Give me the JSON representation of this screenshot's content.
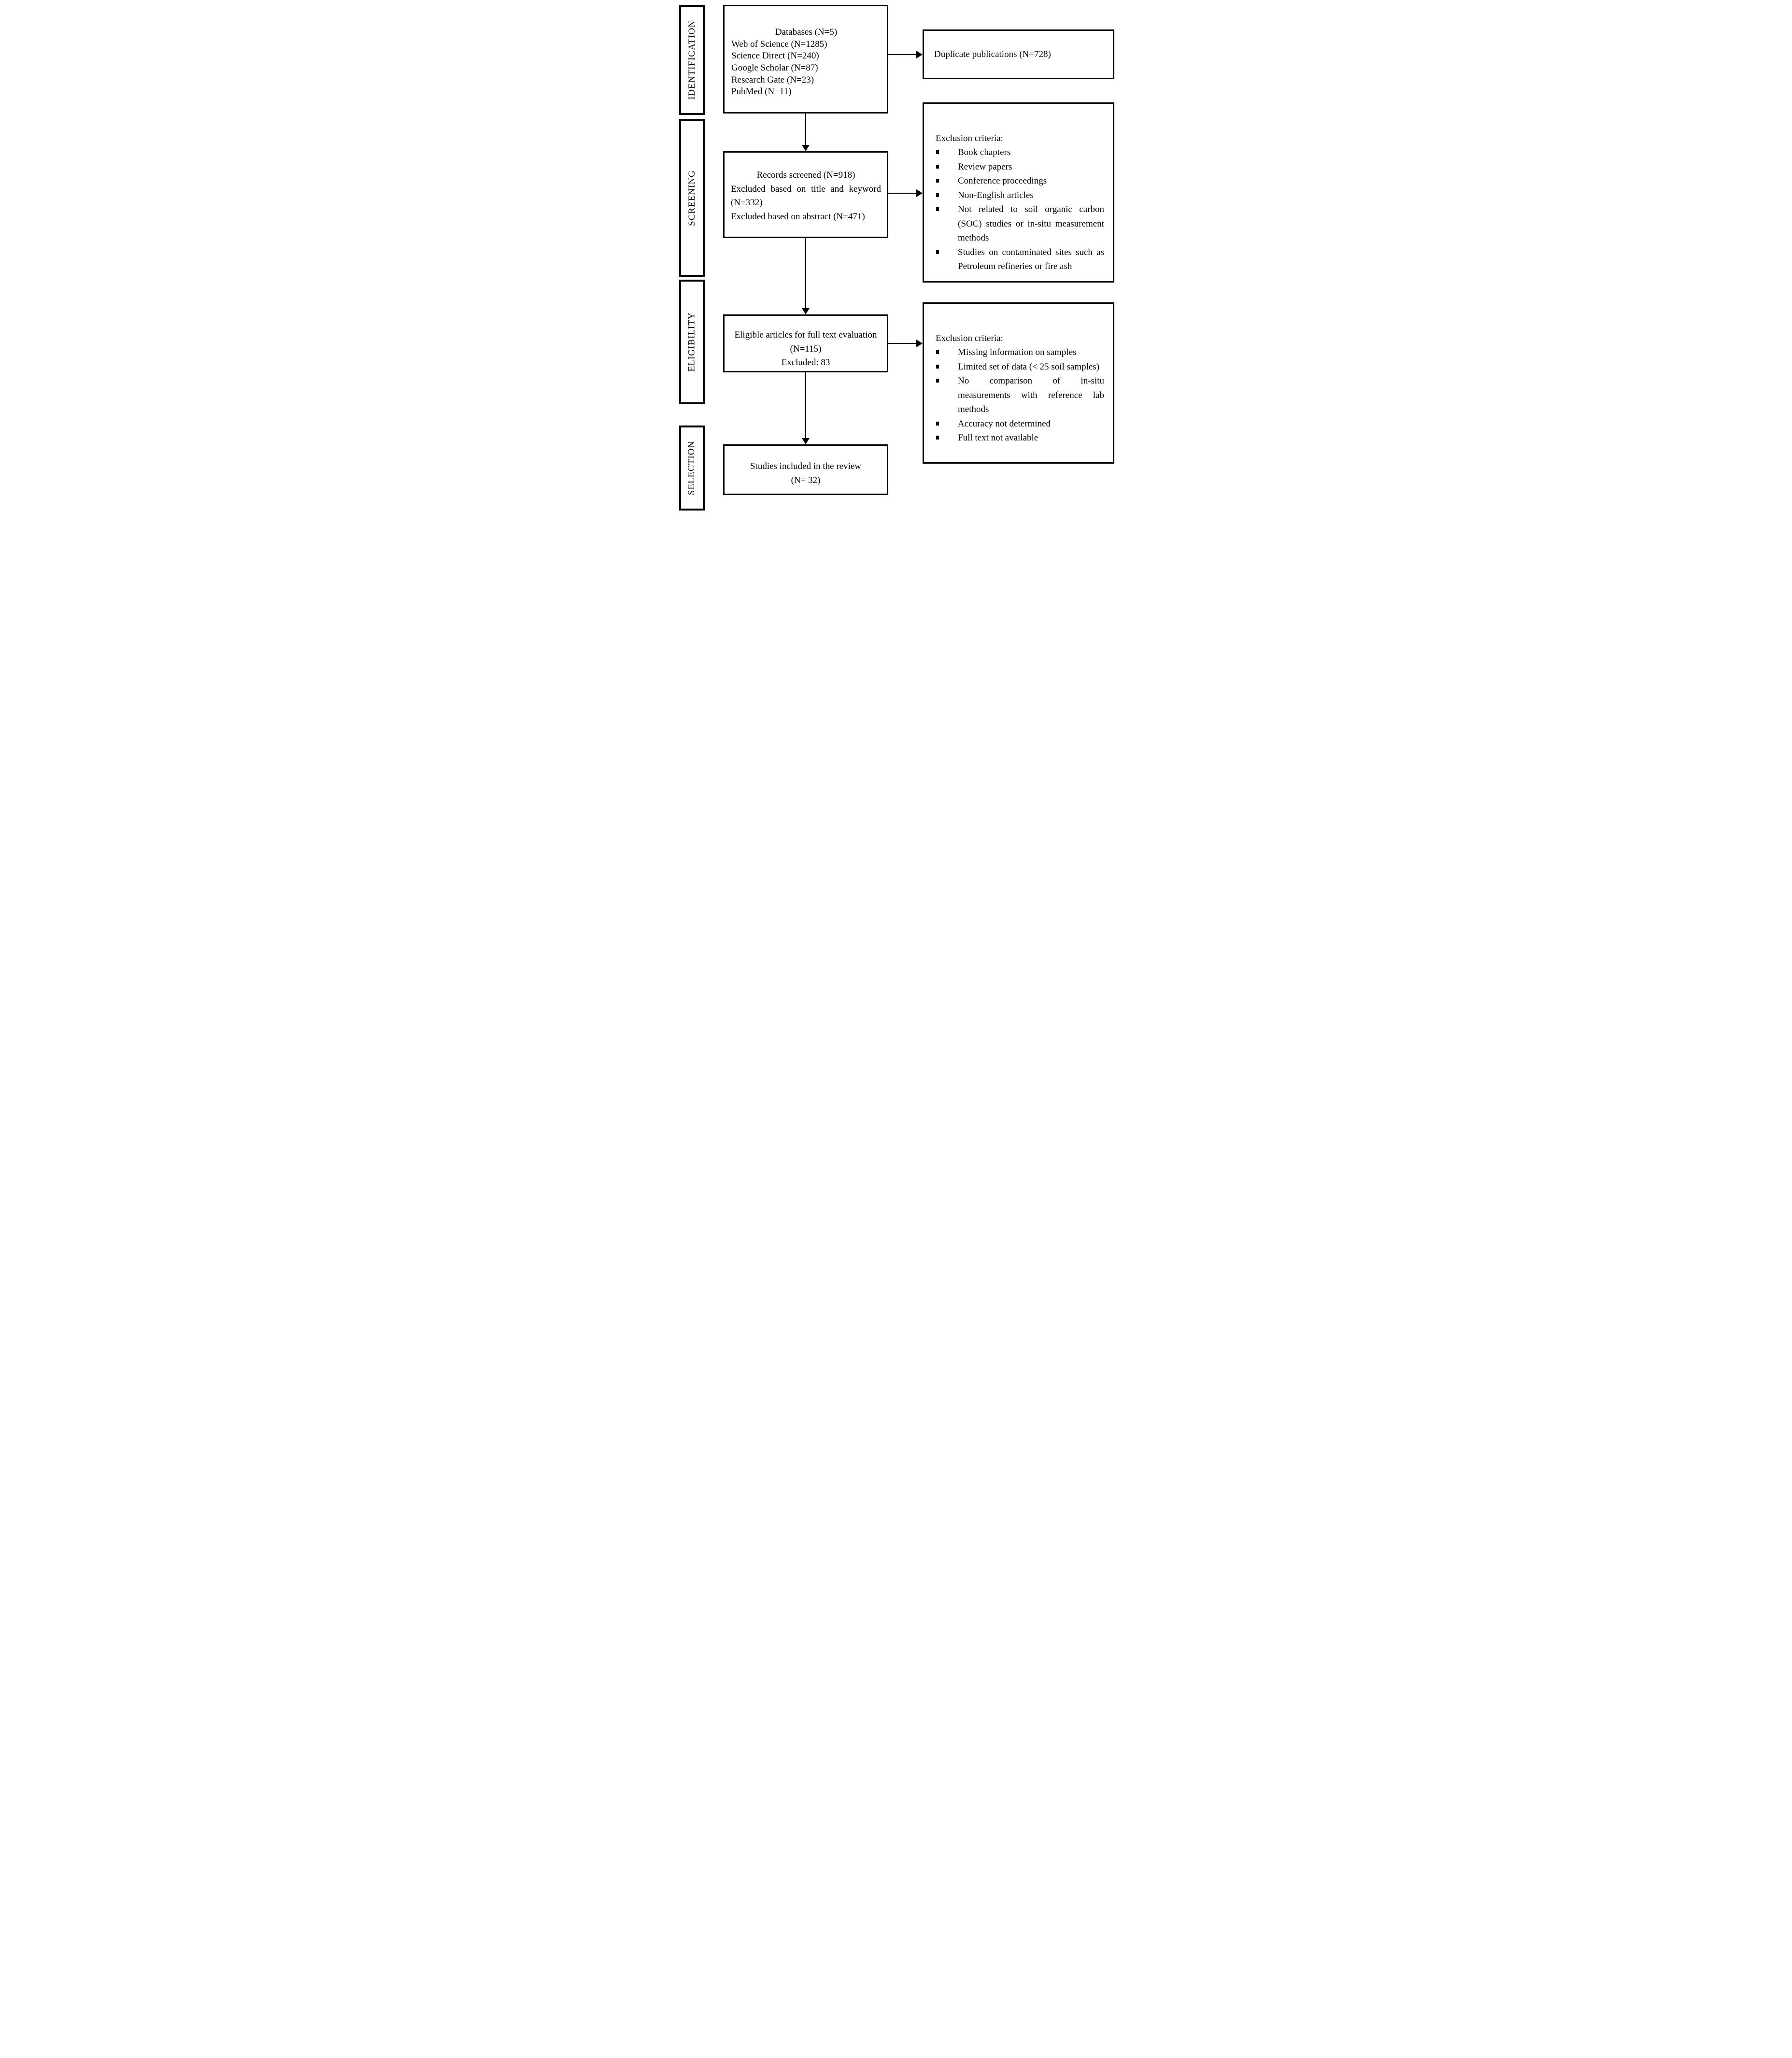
{
  "colors": {
    "ink": "#000000",
    "background": "#ffffff"
  },
  "stages": {
    "identification": "IDENTIFICATION",
    "screening": "SCREENING",
    "eligibility": "ELIGIBILITY",
    "selection": "SELECTION"
  },
  "boxes": {
    "databases": {
      "title": "Databases (N=5)",
      "items": [
        "Web of Science (N=1285)",
        "Science Direct (N=240)",
        "Google Scholar (N=87)",
        "Research Gate (N=23)",
        "PubMed (N=11)"
      ]
    },
    "records": {
      "title": "Records screened (N=918)",
      "items": [
        "Excluded based on title and keyword (N=332)",
        "Excluded based on abstract (N=471)"
      ]
    },
    "eligible": {
      "lines": [
        "Eligible articles for full text evaluation",
        "(N=115)",
        "Excluded: 83"
      ]
    },
    "included": {
      "lines": [
        "Studies included in the review",
        "(N= 32)"
      ]
    },
    "duplicates": {
      "text": "Duplicate publications (N=728)"
    },
    "exclusion1": {
      "heading": "Exclusion criteria:",
      "bullets": [
        "Book chapters",
        "Review papers",
        "Conference proceedings",
        "Non-English articles",
        "Not related to soil organic carbon (SOC) studies or in-situ measurement methods",
        "Studies on contaminated sites such as Petroleum refineries or fire ash"
      ]
    },
    "exclusion2": {
      "heading": "Exclusion criteria:",
      "bullets": [
        "Missing information on samples",
        "Limited set of data (< 25 soil samples)",
        "No comparison of in-situ measurements with reference lab methods",
        "Accuracy not determined",
        "Full text not available"
      ]
    }
  }
}
